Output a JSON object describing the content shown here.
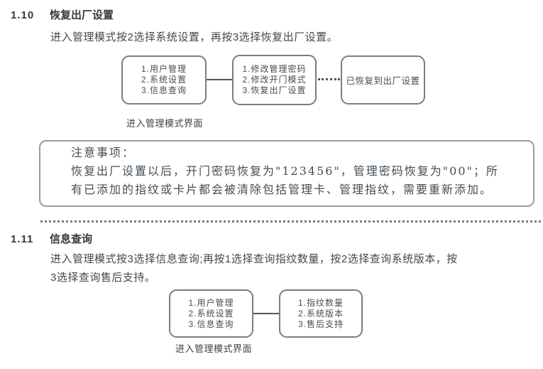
{
  "colors": {
    "text": "#3f3f3f",
    "box_border": "#7d7d7d",
    "note_border": "#9b9b9b",
    "background": "#ffffff"
  },
  "section_110": {
    "number": "1.10",
    "title": "恢复出厂设置",
    "paragraph": "进入管理模式按2选择系统设置，再按3选择恢复出厂设置。",
    "diagram": {
      "menu_box": {
        "lines": [
          "1.用户管理",
          "2.系统设置",
          "3.信息查询"
        ]
      },
      "system_box": {
        "lines": [
          "1.修改管理密码",
          "2.修改开门模式",
          "3.恢复出厂设置"
        ]
      },
      "result_box": {
        "label": "已恢复到出厂设置"
      },
      "caption": "进入管理模式界面"
    },
    "note": {
      "title": "注意事项：",
      "lines": [
        "恢复出厂设置以后，开门密码恢复为\"123456\"，管理密码恢复为\"00\"；所",
        "有已添加的指纹或卡片都会被清除包括管理卡、管理指纹，需要重新添加。"
      ]
    }
  },
  "section_111": {
    "number": "1.11",
    "title": "信息查询",
    "paragraph_lines": [
      "进入管理模式按3选择信息查询;再按1选择查询指纹数量，按2选择查询系统版本，按",
      "3选择查询售后支持。"
    ],
    "diagram": {
      "menu_box": {
        "lines": [
          "1.用户管理",
          "2.系统设置",
          "3.信息查询"
        ]
      },
      "info_box": {
        "lines": [
          "1.指纹数量",
          "2.系统版本",
          "3.售后支持"
        ]
      },
      "caption": "进入管理模式界面"
    }
  }
}
